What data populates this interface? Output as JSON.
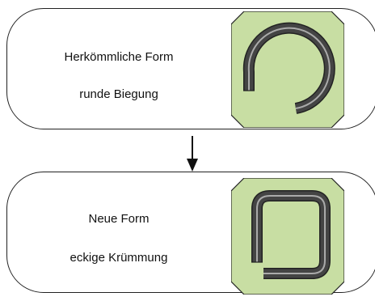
{
  "steps": [
    {
      "title": "Herkömmliche Form",
      "subtitle": "runde Biegung"
    },
    {
      "title": "Neue Form",
      "subtitle": "eckige Krümmung"
    }
  ],
  "colors": {
    "panel_fill": "#c8dea3",
    "panel_stroke": "#222222",
    "track_dark": "#444444",
    "track_light": "#aaaaaa",
    "box_stroke": "#222222"
  }
}
